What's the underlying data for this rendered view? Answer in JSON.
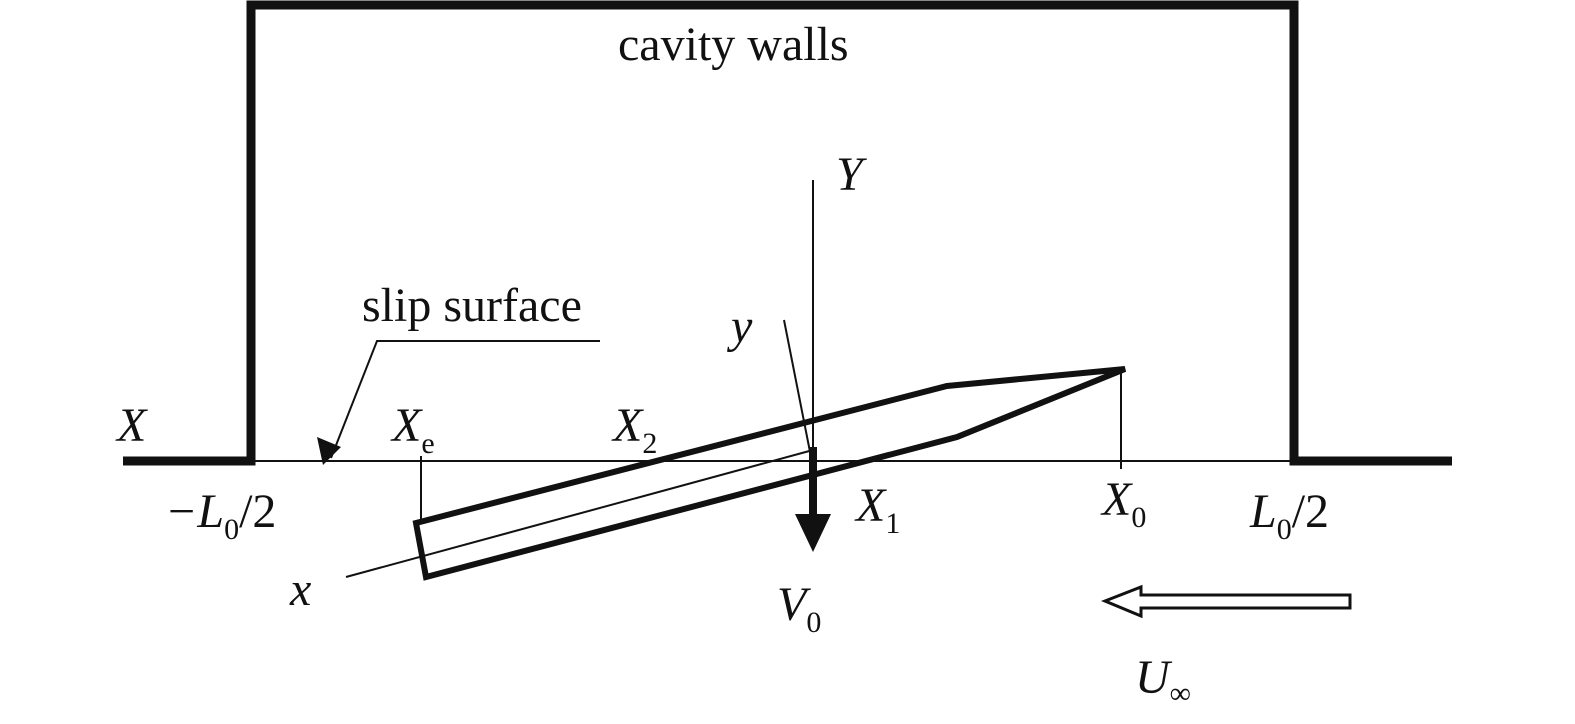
{
  "labels": {
    "cavity_walls": "cavity walls",
    "slip_surface": "slip surface",
    "axis_X": "X",
    "axis_Y": "Y",
    "axis_x": "x",
    "axis_y": "y",
    "xe_main": "X",
    "xe_sub": "e",
    "x2_main": "X",
    "x2_sub": "2",
    "x1_main": "X",
    "x1_sub": "1",
    "x0_main": "X",
    "x0_sub": "0",
    "left_end_pre": "−L",
    "left_end_sub": "0",
    "left_end_post": "/2",
    "right_end_pre": "L",
    "right_end_sub": "0",
    "right_end_post": "/2",
    "v0_main": "V",
    "v0_sub": "0",
    "u_main": "U",
    "u_sub": "∞"
  },
  "colors": {
    "ink": "#111111",
    "background": "#ffffff"
  }
}
